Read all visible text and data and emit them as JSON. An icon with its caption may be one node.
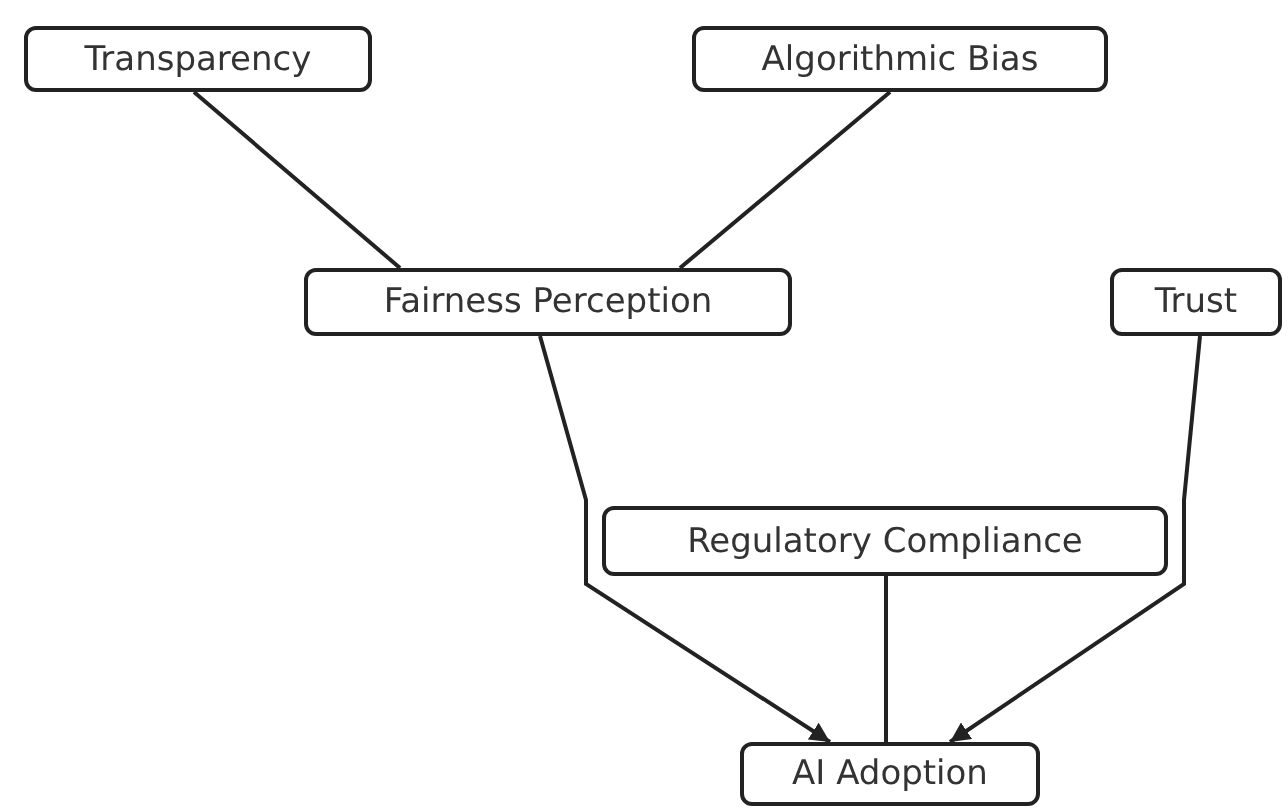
{
  "diagram": {
    "nodes": [
      {
        "text": [
          "Transparency"
        ]
      },
      {
        "text": [
          "Algorithmic Bias"
        ]
      },
      {
        "text": [
          "Fairness Perception"
        ]
      },
      {
        "text": [
          "Trust"
        ]
      },
      {
        "text": [
          "Regulatory Compliance"
        ]
      },
      {
        "text": [
          "AI Adoption"
        ]
      }
    ],
    "edges": [
      {
        "from": 0,
        "to": 2,
        "arrow": "none"
      },
      {
        "from": 1,
        "to": 2,
        "arrow": "none"
      },
      {
        "from": 2,
        "to": 5,
        "arrow": "to"
      },
      {
        "from": 3,
        "to": 5,
        "arrow": "to"
      },
      {
        "from": 4,
        "to": 5,
        "arrow": "none"
      }
    ]
  }
}
